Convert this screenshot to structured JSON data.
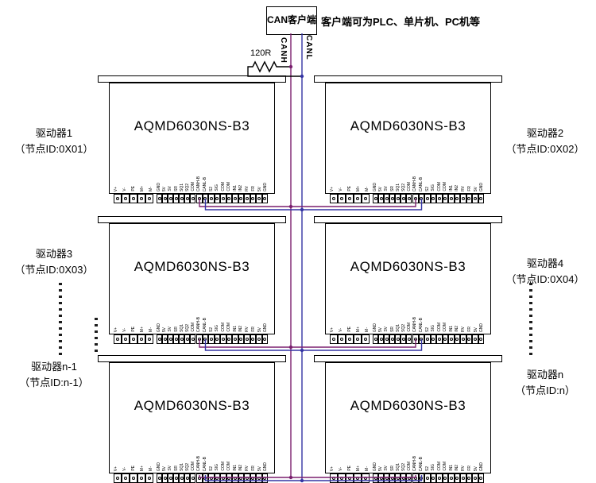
{
  "client_box": {
    "label": "CAN客户端"
  },
  "note": "客户端可为PLC、单片机、PC机等",
  "bus": {
    "canh_label": "CANH",
    "canl_label": "CANL",
    "resistor_label": "120R",
    "canh_color": "#7a1f6e",
    "canl_color": "#3434a4"
  },
  "driver_model": "AQMD6030NS-B3",
  "drivers": [
    {
      "name": "驱动器1",
      "node": "（节点ID:0X01）"
    },
    {
      "name": "驱动器2",
      "node": "（节点ID:0X02）"
    },
    {
      "name": "驱动器3",
      "node": "（节点ID:0X03）"
    },
    {
      "name": "驱动器4",
      "node": "（节点ID:0X04）"
    },
    {
      "name": "驱动器n-1",
      "node": "（节点ID:n-1）"
    },
    {
      "name": "驱动器n",
      "node": "（节点ID:n）"
    }
  ],
  "pins": {
    "power": [
      "V+",
      "V-",
      "PE",
      "M+",
      "M-"
    ],
    "signal": [
      "GND",
      "5V",
      "SV",
      "SR",
      "SQ1",
      "SQ2",
      "COM"
    ],
    "can": [
      "CANH-B",
      "CANL-B",
      "S2",
      "SIG",
      "COM"
    ],
    "io": [
      "COM",
      "IN1",
      "IN2",
      "RV",
      "FR",
      "5V",
      "GND"
    ]
  }
}
